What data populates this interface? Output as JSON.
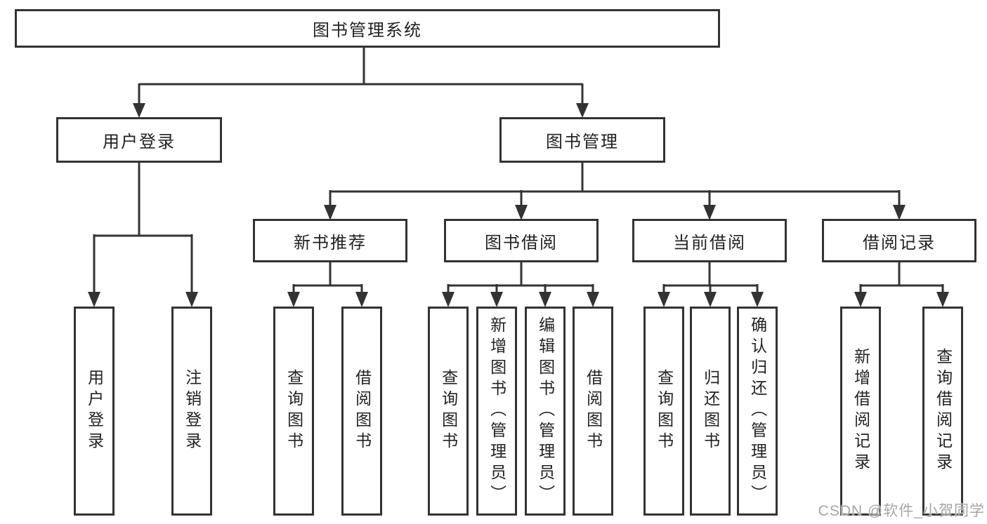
{
  "tree": {
    "label": "图书管理系统",
    "children": [
      {
        "label": "用户登录",
        "children": [
          {
            "label": "用户登录"
          },
          {
            "label": "注销登录"
          }
        ]
      },
      {
        "label": "图书管理",
        "children": [
          {
            "label": "新书推荐",
            "children": [
              {
                "label": "查询图书"
              },
              {
                "label": "借阅图书"
              }
            ]
          },
          {
            "label": "图书借阅",
            "children": [
              {
                "label": "查询图书"
              },
              {
                "label": "新增图书（管理员）"
              },
              {
                "label": "编辑图书（管理员）"
              },
              {
                "label": "借阅图书"
              }
            ]
          },
          {
            "label": "当前借阅",
            "children": [
              {
                "label": "查询图书"
              },
              {
                "label": "归还图书"
              },
              {
                "label": "确认归还（管理员）"
              }
            ]
          },
          {
            "label": "借阅记录",
            "children": [
              {
                "label": "新增借阅记录"
              },
              {
                "label": "查询借阅记录"
              }
            ]
          }
        ]
      }
    ]
  },
  "watermark": {
    "text": "CSDN @软件_小贺同学"
  },
  "colors": {
    "line": "#333333",
    "text": "#222222",
    "background": "#ffffff",
    "watermark": "#a6a6a6"
  }
}
